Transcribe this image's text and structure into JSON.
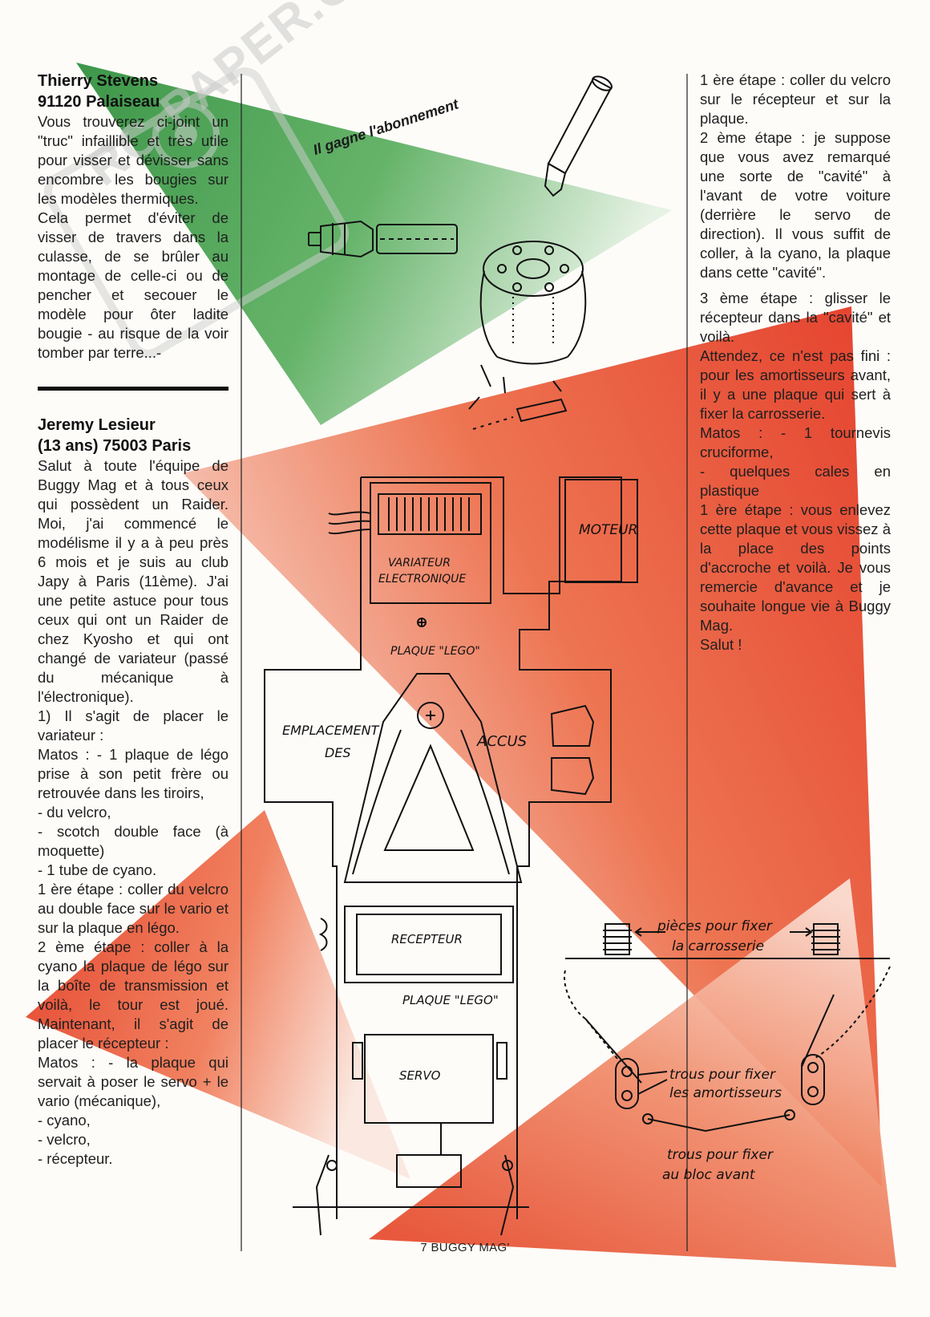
{
  "left_column": {
    "letter1": {
      "author_line1": "Thierry Stevens",
      "author_line2": "91120 Palaiseau",
      "paragraphs": [
        "Vous trouverez ci-joint un \"truc\" infaillible et très utile pour visser et dévisser sans encombre les bougies sur les modèles thermiques.",
        "Cela permet d'éviter de visser de travers dans la culasse, de se brûler au montage de celle-ci ou de pencher et secouer le modèle pour ôter ladite bougie - au risque de la voir tomber par terre...-"
      ]
    },
    "letter2": {
      "author_line1": "Jeremy Lesieur",
      "author_line2": "(13 ans) 75003 Paris",
      "paragraphs": [
        "Salut à toute l'équipe de Buggy Mag et à tous ceux qui possèdent un Raider. Moi, j'ai commencé le modélisme il y a à peu près 6 mois et je suis au club Japy à Paris (11ème). J'ai une petite astuce pour tous ceux qui ont un Raider de chez Kyosho et qui ont changé de variateur (passé du mécanique à l'électronique).",
        "1) Il s'agit de placer le variateur :",
        "Matos : - 1 plaque de légo prise à son petit frère ou retrouvée dans les tiroirs,",
        "- du velcro,",
        "- scotch double face (à moquette)",
        "- 1 tube de cyano.",
        "1 ère étape : coller du velcro au double face sur le vario et sur la plaque en légo.",
        "2 ème étape : coller à la cyano la plaque de légo sur la boîte de transmission et voilà, le tour est joué. Maintenant, il s'agit de placer le récepteur :",
        "Matos : - la plaque qui servait à poser le servo + le vario (mécanique),",
        "- cyano,",
        "- velcro,",
        "- récepteur."
      ]
    }
  },
  "right_column": {
    "paragraphs": [
      "1 ère étape : coller du velcro sur le récepteur et sur la plaque.",
      "2 ème étape : je suppose que vous avez remarqué une sorte de \"cavité\" à l'avant de votre voiture (derrière le servo de direction). Il vous suffit de coller, à la cyano, la plaque dans cette \"cavité\".",
      "3 ème étape : glisser le récepteur dans la \"cavité\" et voilà.",
      "Attendez, ce n'est pas fini : pour les amortisseurs avant, il y a une plaque qui sert à fixer la carrosserie.",
      "Matos : - 1 tournevis cruciforme,",
      "- quelques cales en plastique",
      "1 ère étape : vous enlevez cette plaque et vous vissez à la place des points d'accroche et voilà. Je vous remercie d'avance et je souhaite longue vie à Buggy Mag.",
      "Salut !"
    ]
  },
  "prize_banner": "Il gagne l'abonnement",
  "watermark": "RC-PAPER.COM",
  "diagram_labels": {
    "moteur": "MOTEUR",
    "variateur_1": "VARIATEUR",
    "variateur_2": "ELECTRONIQUE",
    "plaque_lego_top": "PLAQUE \"LEGO\"",
    "emplacement_1": "EMPLACEMENT",
    "emplacement_2": "DES",
    "accus": "ACCUS",
    "recepteur": "RECEPTEUR",
    "plaque_lego_bottom": "PLAQUE \"LEGO\"",
    "servo": "SERVO",
    "pieces_1": "pièces pour fixer",
    "pieces_2": "la carrosserie",
    "trous_amort_1": "trous pour fixer",
    "trous_amort_2": "les amortisseurs",
    "trous_bloc_1": "trous pour fixer",
    "trous_bloc_2": "au bloc avant"
  },
  "footer": "7 BUGGY MAG'",
  "colors": {
    "green": "#3f9d4a",
    "red": "#e63a24",
    "ink": "#111111"
  }
}
